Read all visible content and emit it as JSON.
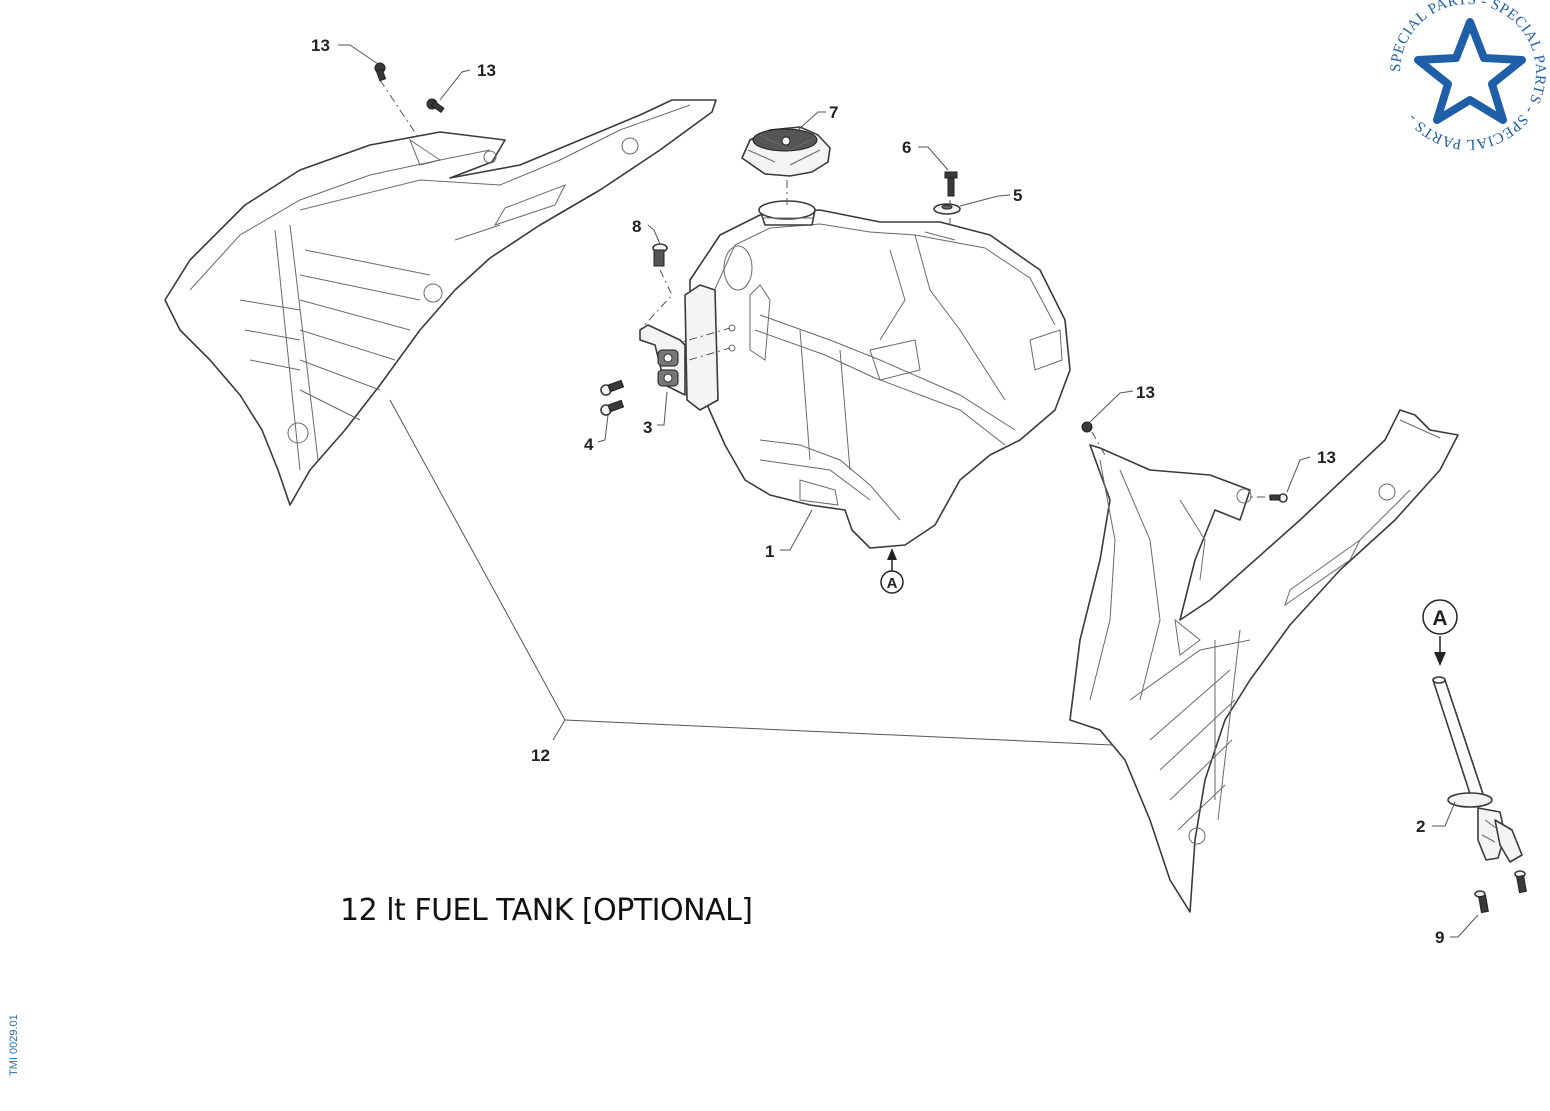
{
  "title": "12 lt FUEL TANK [OPTIONAL]",
  "drawing_code": "TMI 0029.01",
  "badge": {
    "ring_text": "SPECIAL PARTS - SPECIAL PARTS - SPECIAL PARTS - ",
    "icon": "star-icon",
    "color": "#1f5fa8"
  },
  "detail_marker": "A",
  "callouts": {
    "c1": "1",
    "c2": "2",
    "c3": "3",
    "c4": "4",
    "c5": "5",
    "c6": "6",
    "c7": "7",
    "c8": "8",
    "c9": "9",
    "c12": "12",
    "c13a": "13",
    "c13b": "13",
    "c13c": "13",
    "c13d": "13"
  }
}
